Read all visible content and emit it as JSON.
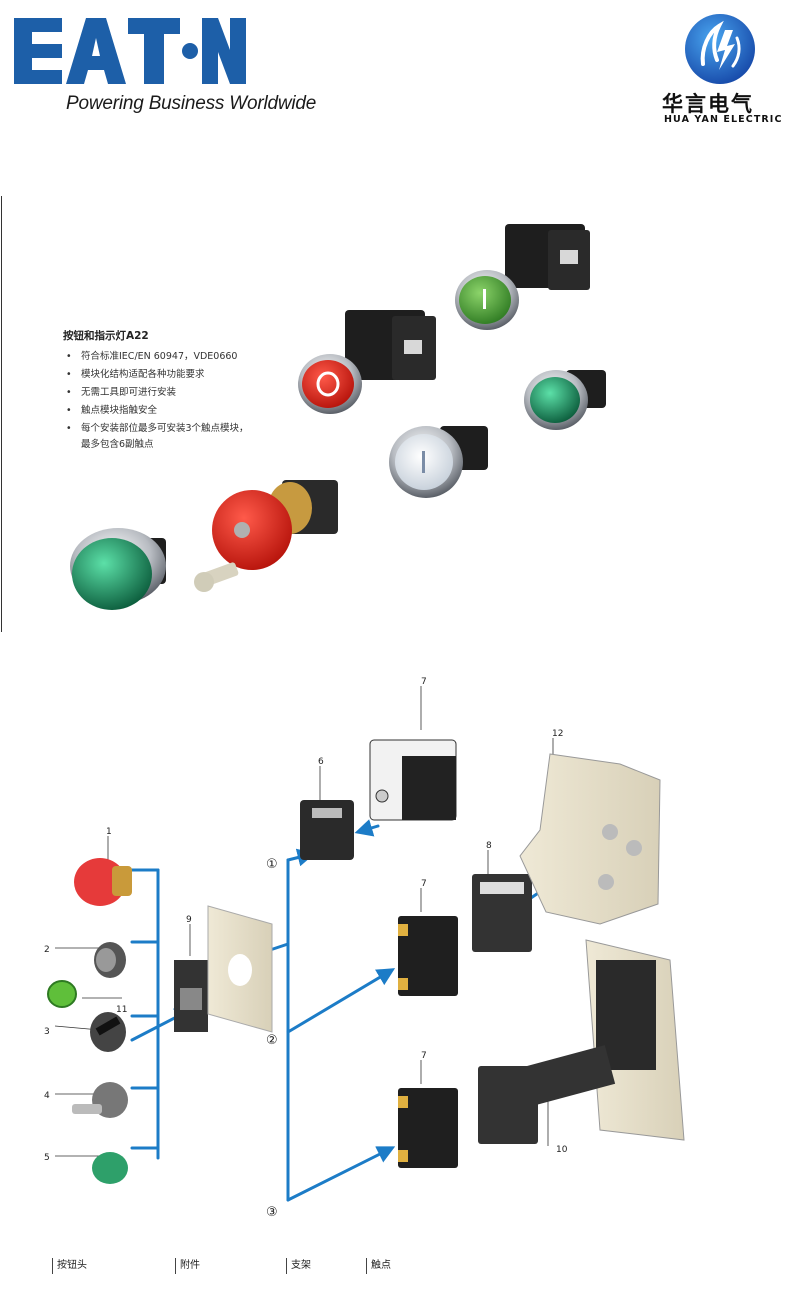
{
  "header": {
    "brand": "E∙AT∙N",
    "tagline": "Powering Business Worldwide",
    "partner_cn": "华言电气",
    "partner_en": "HUA YAN ELECTRIC"
  },
  "product": {
    "title": "按钮和指示灯A22",
    "features": [
      "符合标准IEC/EN 60947，VDE0660",
      "模块化结构适配各种功能要求",
      "无需工具即可进行安装",
      "触点模块指触安全",
      "每个安装部位最多可安装3个触点模块，"
    ],
    "feature_continuation": "最多包含6副触点"
  },
  "diagram": {
    "numbers": [
      "1",
      "2",
      "3",
      "4",
      "5",
      "6",
      "7",
      "7",
      "7",
      "8",
      "9",
      "10",
      "11",
      "12"
    ],
    "circled": [
      "①",
      "②",
      "③"
    ]
  },
  "footer": {
    "labels": [
      "按钮头",
      "附件",
      "支架",
      "触点"
    ]
  },
  "colors": {
    "eaton_blue": "#1d5fa8",
    "arrow_blue": "#1c7cc7",
    "panel_beige": "#e8e2cf"
  }
}
